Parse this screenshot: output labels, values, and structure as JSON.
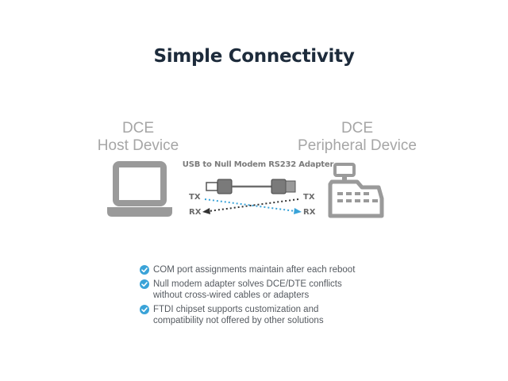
{
  "title": "Simple Connectivity",
  "host": {
    "line1": "DCE",
    "line2": "Host Device",
    "icon": "laptop-icon"
  },
  "peripheral": {
    "line1": "DCE",
    "line2": "Peripheral Device",
    "icon": "cash-register-icon"
  },
  "adapter": {
    "label": "USB to Null Modem RS232 Adapter",
    "icon": "adapter-cable-icon"
  },
  "signals": {
    "left_tx": "TX",
    "left_rx": "RX",
    "right_tx": "TX",
    "right_rx": "RX"
  },
  "features": [
    {
      "lines": [
        "COM port assignments maintain after each reboot"
      ],
      "icon": "checkmark-icon"
    },
    {
      "lines": [
        "Null modem adapter solves DCE/DTE conflicts",
        "without cross-wired cables or adapters"
      ],
      "icon": "checkmark-icon"
    },
    {
      "lines": [
        "FTDI chipset supports customization and",
        "compatibility not offered by other solutions"
      ],
      "icon": "checkmark-icon"
    }
  ],
  "colors": {
    "title": "#1d2b3b",
    "device_gray": "#9a9a9a",
    "accent_blue": "#3aa3d8",
    "dark_line": "#333333"
  }
}
